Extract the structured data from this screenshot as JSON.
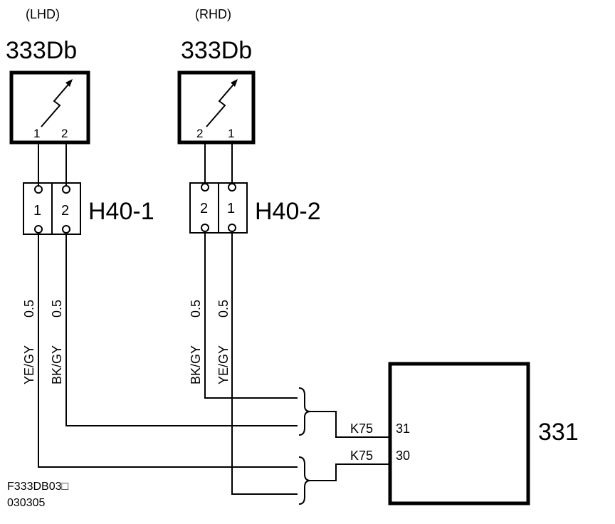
{
  "components": {
    "lhd_label": "(LHD)",
    "rhd_label": "(RHD)",
    "lhd_sensor": {
      "id": "333Db",
      "pin_left": "1",
      "pin_right": "2"
    },
    "rhd_sensor": {
      "id": "333Db",
      "pin_left": "2",
      "pin_right": "1"
    },
    "module": {
      "id": "331"
    }
  },
  "connectors": {
    "h40_1": {
      "name": "H40-1",
      "pin_left": "1",
      "pin_right": "2"
    },
    "h40_2": {
      "name": "H40-2",
      "pin_left": "2",
      "pin_right": "1"
    }
  },
  "wires": {
    "lhd_ye_gy": {
      "color": "YE/GY",
      "size": "0.5"
    },
    "lhd_bk_gy": {
      "color": "BK/GY",
      "size": "0.5"
    },
    "rhd_bk_gy": {
      "color": "BK/GY",
      "size": "0.5"
    },
    "rhd_ye_gy": {
      "color": "YE/GY",
      "size": "0.5"
    }
  },
  "module_pins": {
    "upper": {
      "connector": "K75",
      "pin": "31"
    },
    "lower": {
      "connector": "K75",
      "pin": "30"
    }
  },
  "footer": {
    "figure_id": "F333DB03□",
    "date_code": "030305"
  }
}
